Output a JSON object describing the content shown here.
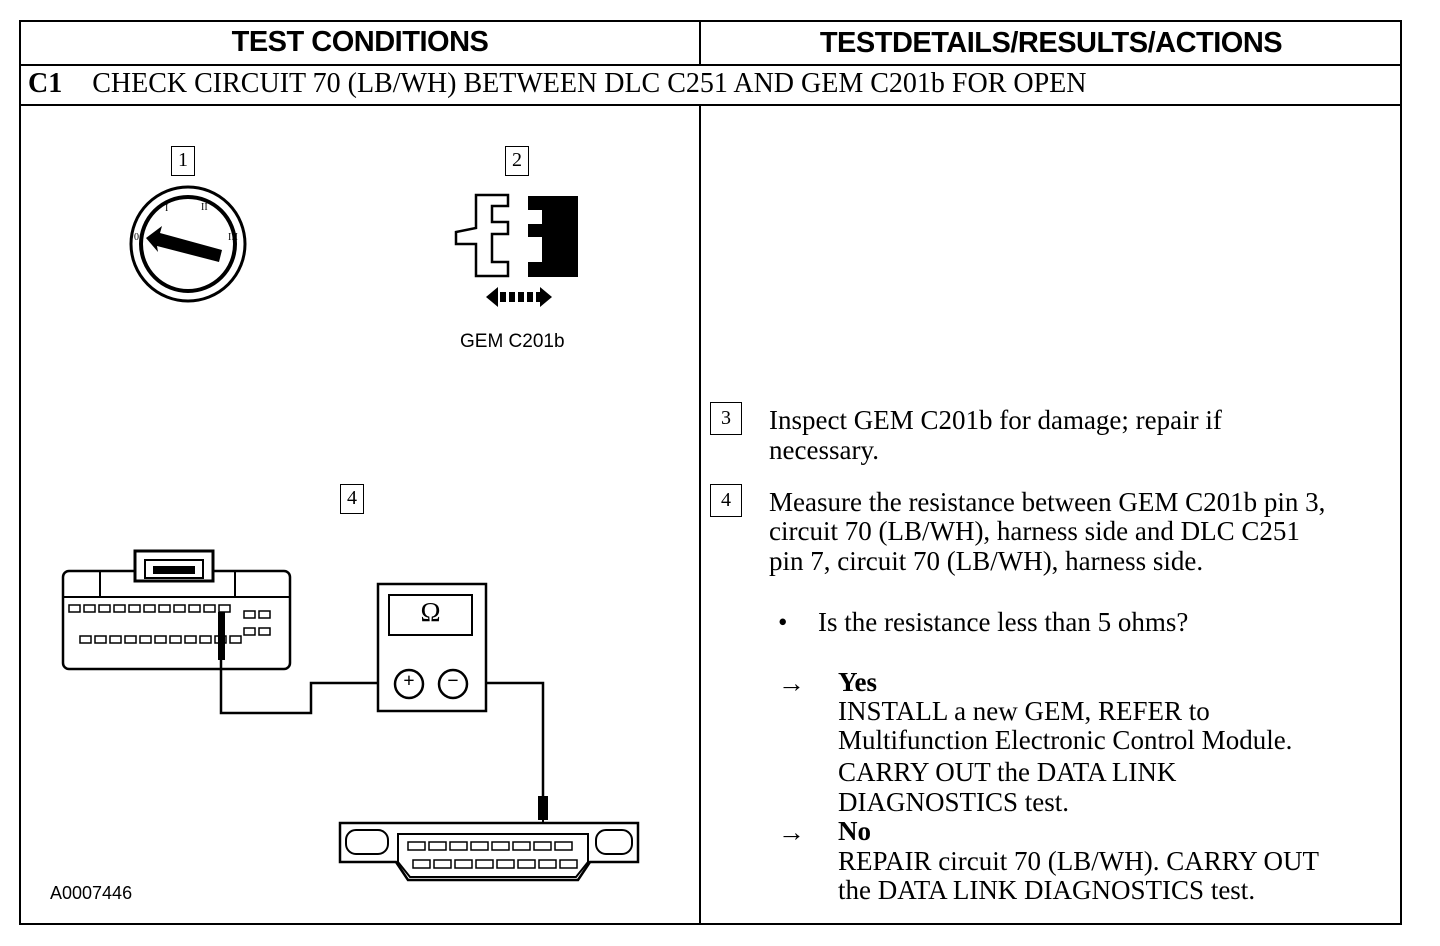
{
  "table": {
    "header_left": "TEST CONDITIONS",
    "header_right": "TESTDETAILS/RESULTS/ACTIONS",
    "step_id": "C1",
    "step_title": "CHECK CIRCUIT 70 (LB/WH) BETWEEN DLC C251 AND GEM C201b FOR OPEN"
  },
  "diagram": {
    "callout_1": "1",
    "callout_2": "2",
    "callout_4": "4",
    "connector_label": "GEM C201b",
    "meter_symbol": "Ω",
    "meter_plus": "+",
    "meter_minus": "−",
    "figure_id": "A0007446"
  },
  "details": {
    "step3_num": "3",
    "step3_line1": "Inspect GEM C201b for damage; repair if",
    "step3_line2": "necessary.",
    "step4_num": "4",
    "step4_line1": "Measure the resistance between GEM C201b pin 3,",
    "step4_line2": "circuit 70 (LB/WH), harness side and DLC C251",
    "step4_line3": "pin 7, circuit 70 (LB/WH), harness side.",
    "bullet": "•",
    "question": "Is the resistance less than 5 ohms?",
    "arrow": "→",
    "yes_label": "Yes",
    "yes_line1": "INSTALL a new GEM, REFER to",
    "yes_line2": "Multifunction Electronic Control Module.",
    "yes_line3": "CARRY OUT the DATA LINK",
    "yes_line4": "DIAGNOSTICS test.",
    "no_label": "No",
    "no_line1": "REPAIR circuit 70 (LB/WH). CARRY OUT",
    "no_line2": "the DATA LINK DIAGNOSTICS test."
  }
}
